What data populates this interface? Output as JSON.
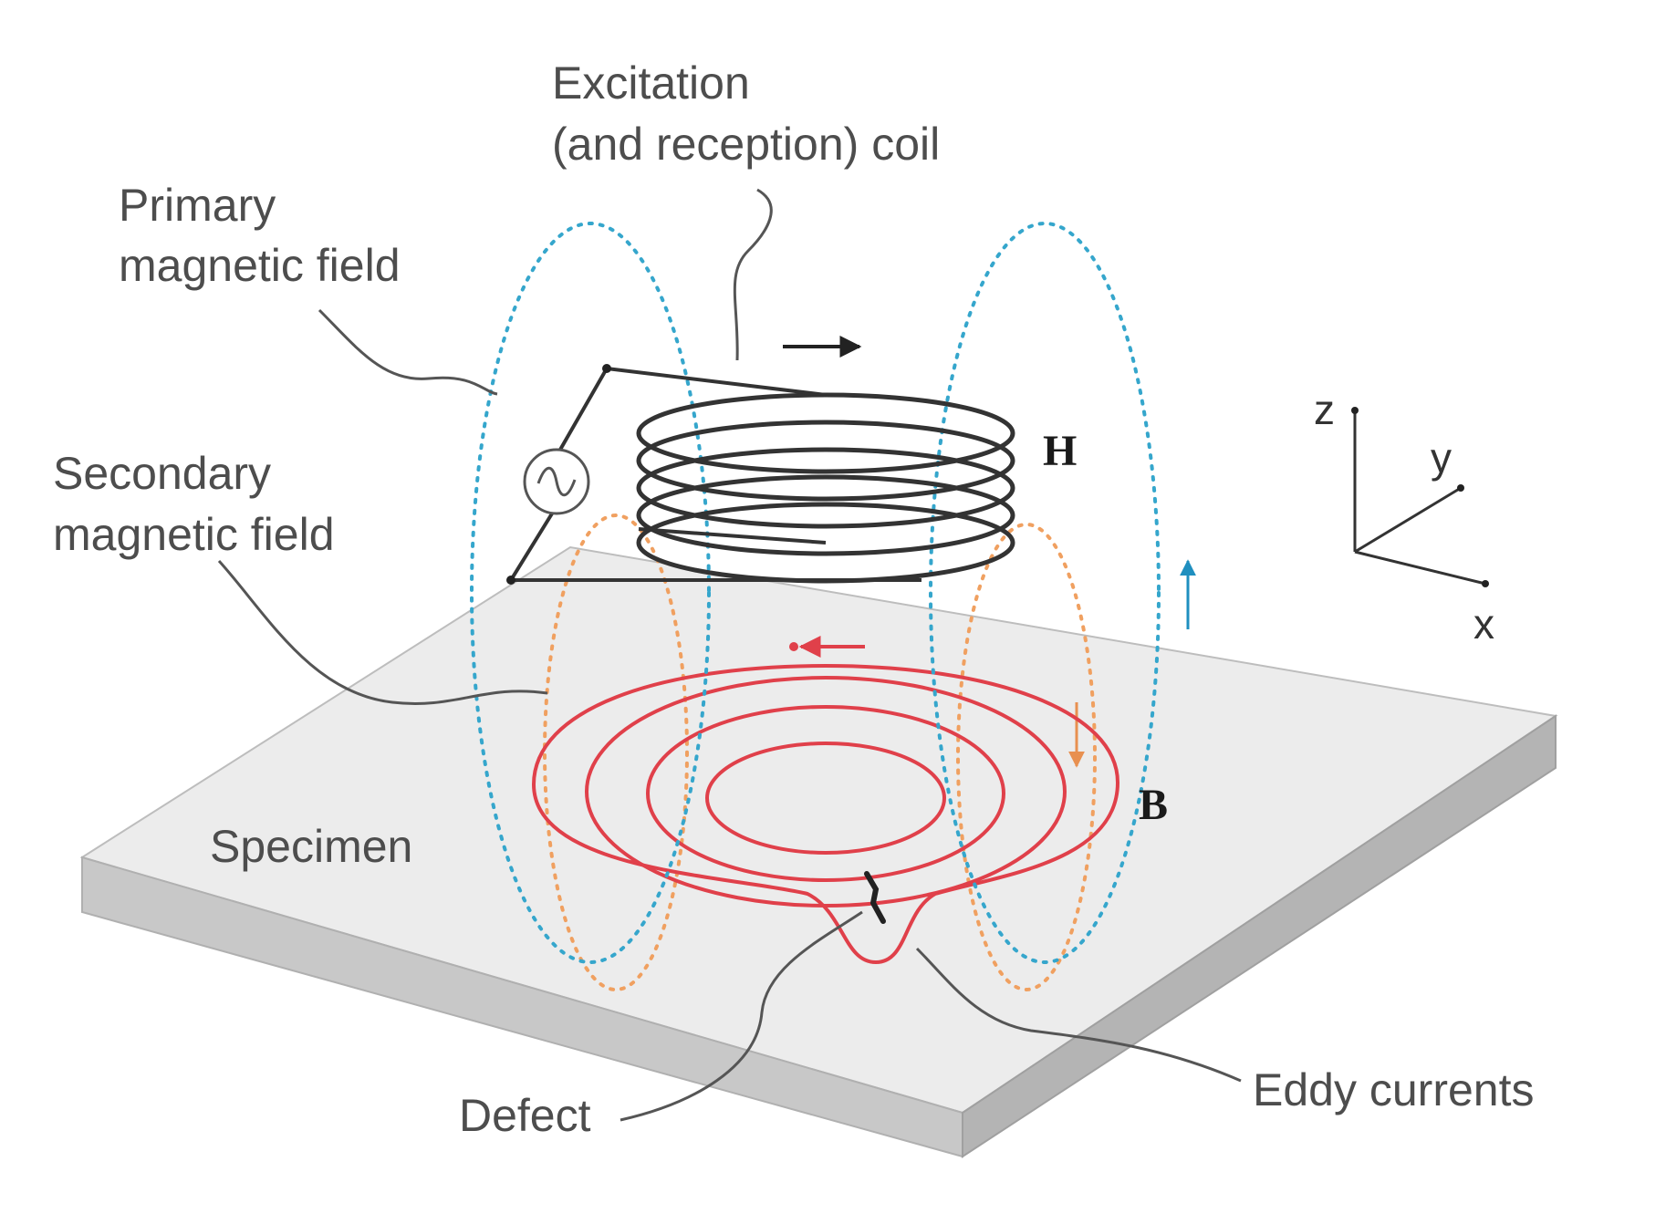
{
  "labels": {
    "excitation_coil_line1": "Excitation",
    "excitation_coil_line2": "(and reception) coil",
    "primary_field_line1": "Primary",
    "primary_field_line2": "magnetic field",
    "secondary_field_line1": "Secondary",
    "secondary_field_line2": "magnetic field",
    "specimen": "Specimen",
    "defect": "Defect",
    "eddy_currents": "Eddy currents"
  },
  "symbols": {
    "H": "H",
    "B": "B"
  },
  "axes": {
    "x": "x",
    "y": "y",
    "z": "z"
  },
  "colors": {
    "primary_field": "#35a6cc",
    "secondary_field": "#f0a060",
    "eddy_currents": "#e0404a",
    "coil": "#333333",
    "plate_top": "#ececec",
    "plate_front": "#c8c8c8",
    "plate_side": "#b4b4b4"
  }
}
